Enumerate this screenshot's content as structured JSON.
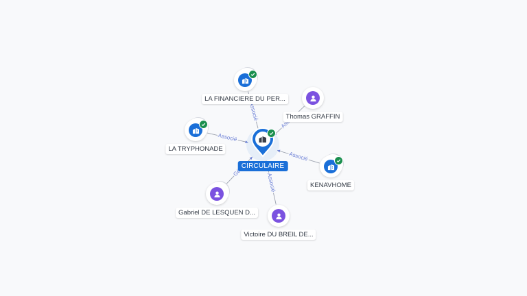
{
  "diagram": {
    "center": {
      "id": "circulaire",
      "label": "CIRCULAIRE",
      "type": "company",
      "verified": true,
      "icon": "building-icon"
    },
    "nodes": [
      {
        "id": "financiere",
        "label": "LA FINANCIERE DU PER...",
        "type": "company",
        "verified": true,
        "icon": "building-icon"
      },
      {
        "id": "graffin",
        "label": "Thomas GRAFFIN",
        "type": "person",
        "verified": false,
        "icon": "person-icon"
      },
      {
        "id": "tryphonade",
        "label": "LA TRYPHONADE",
        "type": "company",
        "verified": true,
        "icon": "building-icon"
      },
      {
        "id": "kenavhome",
        "label": "KENAVHOME",
        "type": "company",
        "verified": true,
        "icon": "building-icon"
      },
      {
        "id": "lesquen",
        "label": "Gabriel DE LESQUEN D...",
        "type": "person",
        "verified": false,
        "icon": "person-icon"
      },
      {
        "id": "breil",
        "label": "Victoire DU BREIL DE...",
        "type": "person",
        "verified": false,
        "icon": "person-icon"
      }
    ],
    "edges": [
      {
        "from": "financiere",
        "to": "circulaire",
        "label": "Associé"
      },
      {
        "from": "graffin",
        "to": "circulaire",
        "label": "Associé"
      },
      {
        "from": "tryphonade",
        "to": "circulaire",
        "label": "Associé"
      },
      {
        "from": "kenavhome",
        "to": "circulaire",
        "label": "Associé"
      },
      {
        "from": "lesquen",
        "to": "circulaire",
        "label": "Gé..."
      },
      {
        "from": "breil",
        "to": "circulaire",
        "label": "Associé"
      }
    ],
    "colors": {
      "company": "#1a6fd8",
      "person": "#7b52e0",
      "verified": "#1a8f4e",
      "edge": "#9aa0ad",
      "edge_label": "#6b7fd6"
    }
  }
}
